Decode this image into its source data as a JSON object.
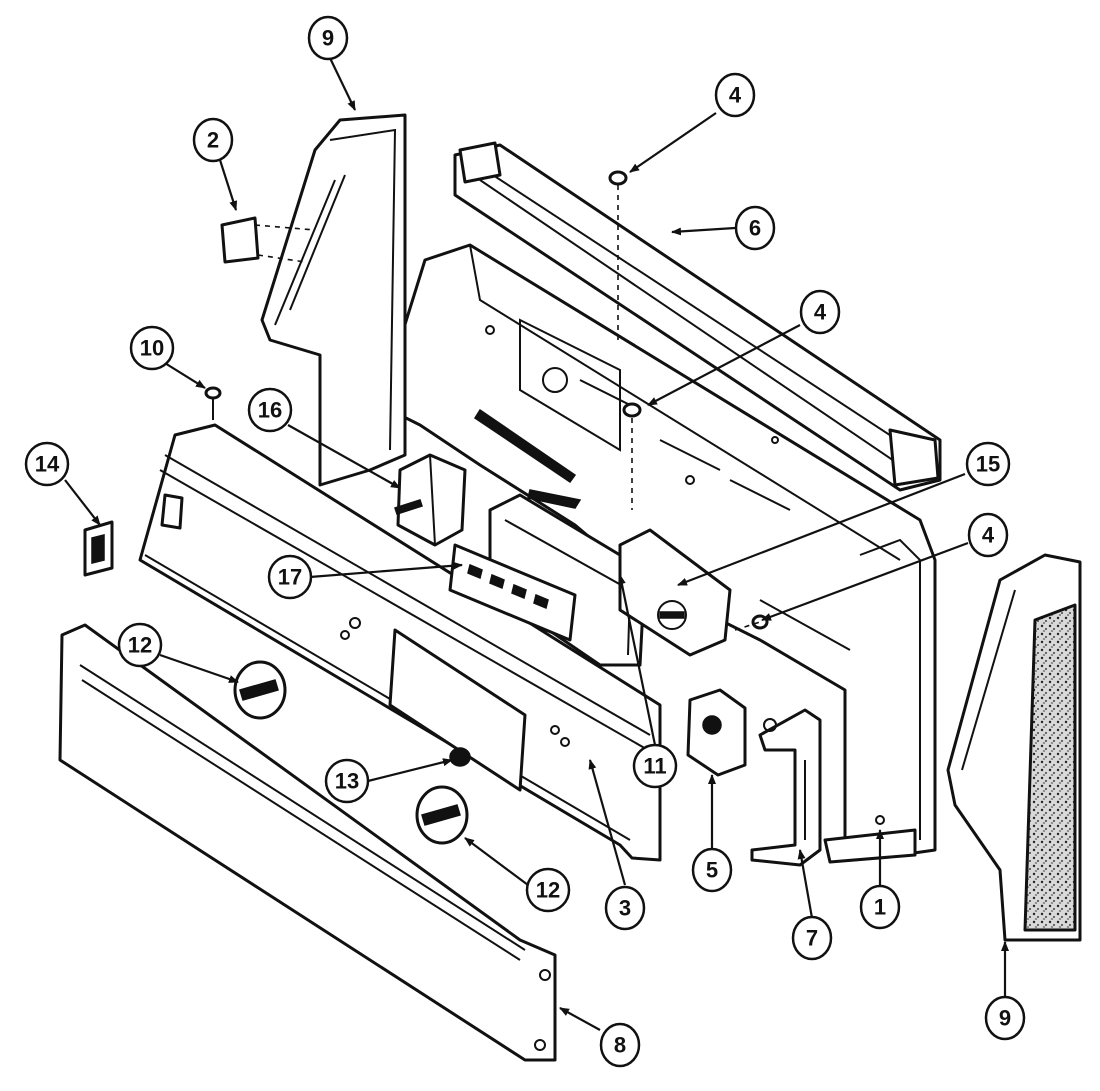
{
  "callouts": [
    {
      "id": "c1",
      "label": "1"
    },
    {
      "id": "c2",
      "label": "2"
    },
    {
      "id": "c3",
      "label": "3"
    },
    {
      "id": "c4a",
      "label": "4"
    },
    {
      "id": "c4b",
      "label": "4"
    },
    {
      "id": "c4c",
      "label": "4"
    },
    {
      "id": "c5",
      "label": "5"
    },
    {
      "id": "c6",
      "label": "6"
    },
    {
      "id": "c7",
      "label": "7"
    },
    {
      "id": "c8",
      "label": "8"
    },
    {
      "id": "c9a",
      "label": "9"
    },
    {
      "id": "c9b",
      "label": "9"
    },
    {
      "id": "c10",
      "label": "10"
    },
    {
      "id": "c11",
      "label": "11"
    },
    {
      "id": "c12a",
      "label": "12"
    },
    {
      "id": "c12b",
      "label": "12"
    },
    {
      "id": "c13",
      "label": "13"
    },
    {
      "id": "c14",
      "label": "14"
    },
    {
      "id": "c15",
      "label": "15"
    },
    {
      "id": "c16",
      "label": "16"
    },
    {
      "id": "c17",
      "label": "17"
    }
  ]
}
